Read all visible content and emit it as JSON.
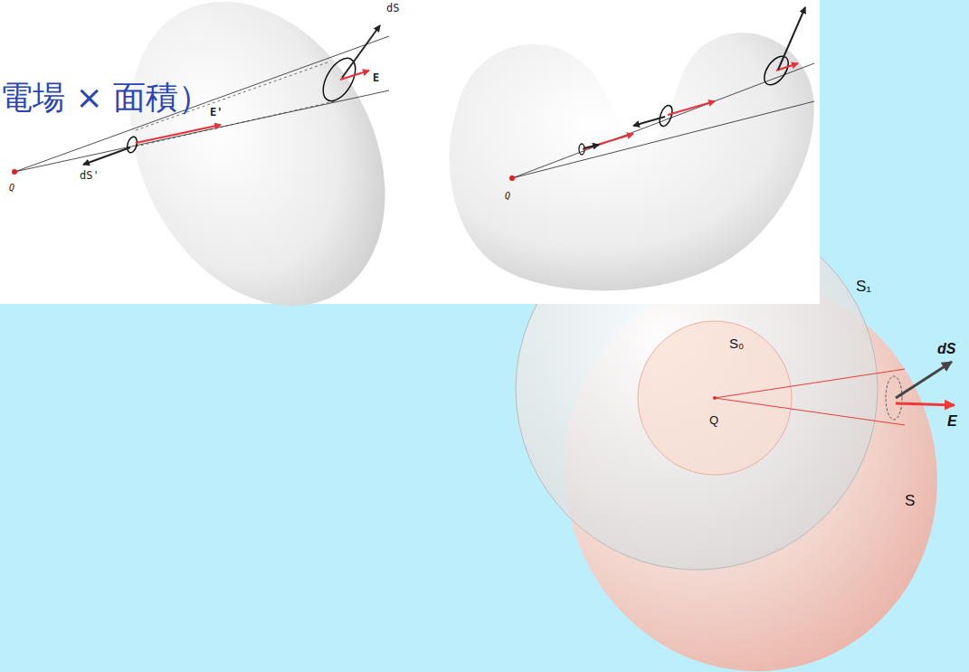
{
  "diagram": {
    "labels": [
      "dS",
      "E",
      "E'",
      "Q",
      "dS'",
      "Q",
      "電場 × 面積）",
      "S₁",
      "S₀",
      "Q",
      "dS",
      "E",
      "S"
    ]
  }
}
